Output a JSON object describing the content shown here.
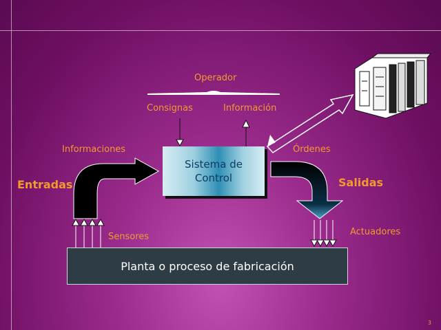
{
  "diagram": {
    "operator_label": "Operador",
    "setpoints_label": "Consignas",
    "information_label": "Información",
    "informations_label": "Informaciones",
    "orders_label": "Órdenes",
    "inputs_label": "Entradas",
    "outputs_label": "Salidas",
    "sensors_label": "Sensores",
    "actuators_label": "Actuadores",
    "system_line1": "Sistema de",
    "system_line2": "Control",
    "plant_label": "Planta o proceso de fabricación",
    "plc_icon": "plc-controller-icon"
  },
  "slide": {
    "page_number": "3"
  },
  "colors": {
    "label": "#f29a2e",
    "background": "#8e2480",
    "system_box_center": "#2f8fb5",
    "plant_box": "#2e3d45"
  }
}
